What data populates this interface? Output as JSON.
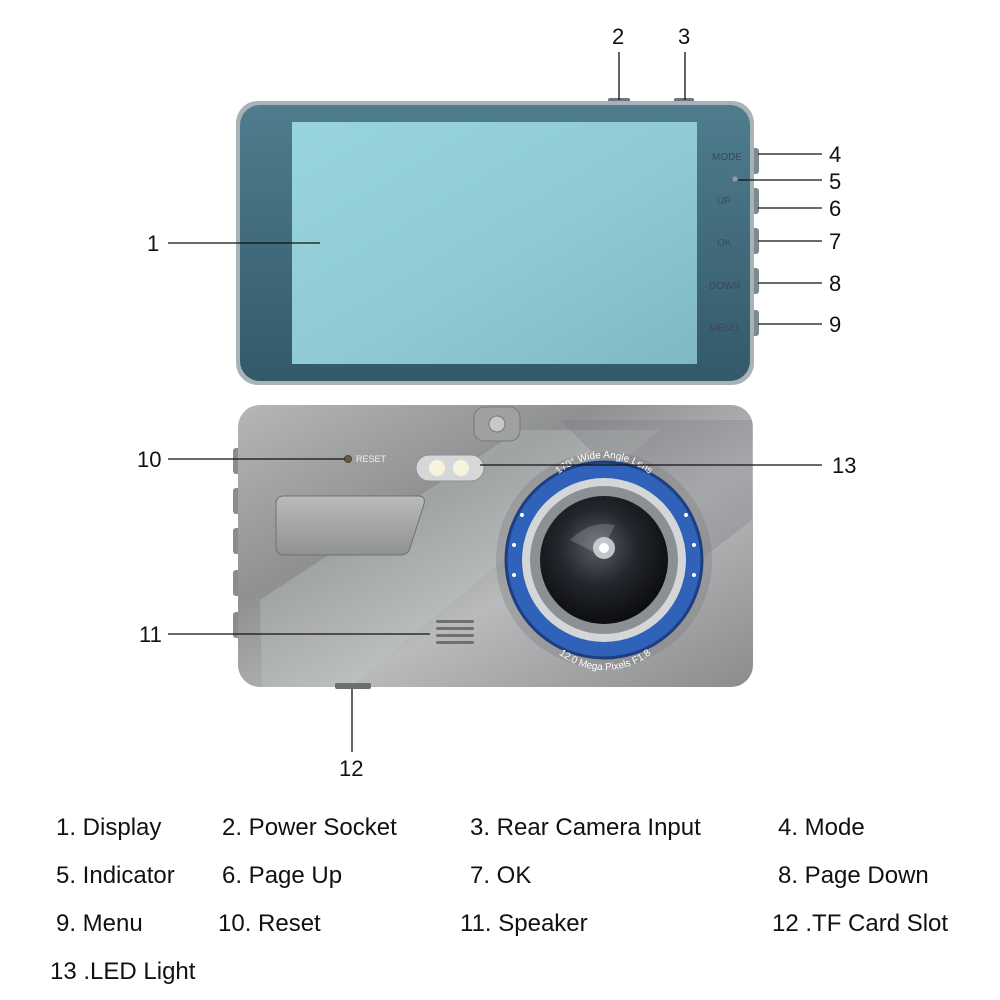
{
  "callouts": {
    "c1": "1",
    "c2": "2",
    "c3": "3",
    "c4": "4",
    "c5": "5",
    "c6": "6",
    "c7": "7",
    "c8": "8",
    "c9": "9",
    "c10": "10",
    "c11": "11",
    "c12": "12",
    "c13": "13"
  },
  "device": {
    "buttons": {
      "mode": "MODE",
      "up": "UP",
      "ok": "OK",
      "down": "DOWN",
      "menu": "MENU"
    },
    "reset_label": "RESET",
    "lens_top_text": "170° Wide Angle Lens",
    "lens_bottom_text": "12.0 Mega Pixels F1.8"
  },
  "legend": {
    "items": [
      "1. Display",
      "2. Power Socket",
      "3. Rear Camera Input",
      "4. Mode",
      "5. Indicator",
      "6. Page Up",
      "7. OK",
      "8. Page Down",
      "9. Menu",
      "10. Reset",
      "11. Speaker",
      "12 .TF Card Slot",
      "13 .LED Light"
    ]
  },
  "colors": {
    "screen": "#8fcdd6",
    "bezel": "#3f6878",
    "body_silver": "#a4a6a8",
    "lens_ring": "#2f62b8"
  }
}
